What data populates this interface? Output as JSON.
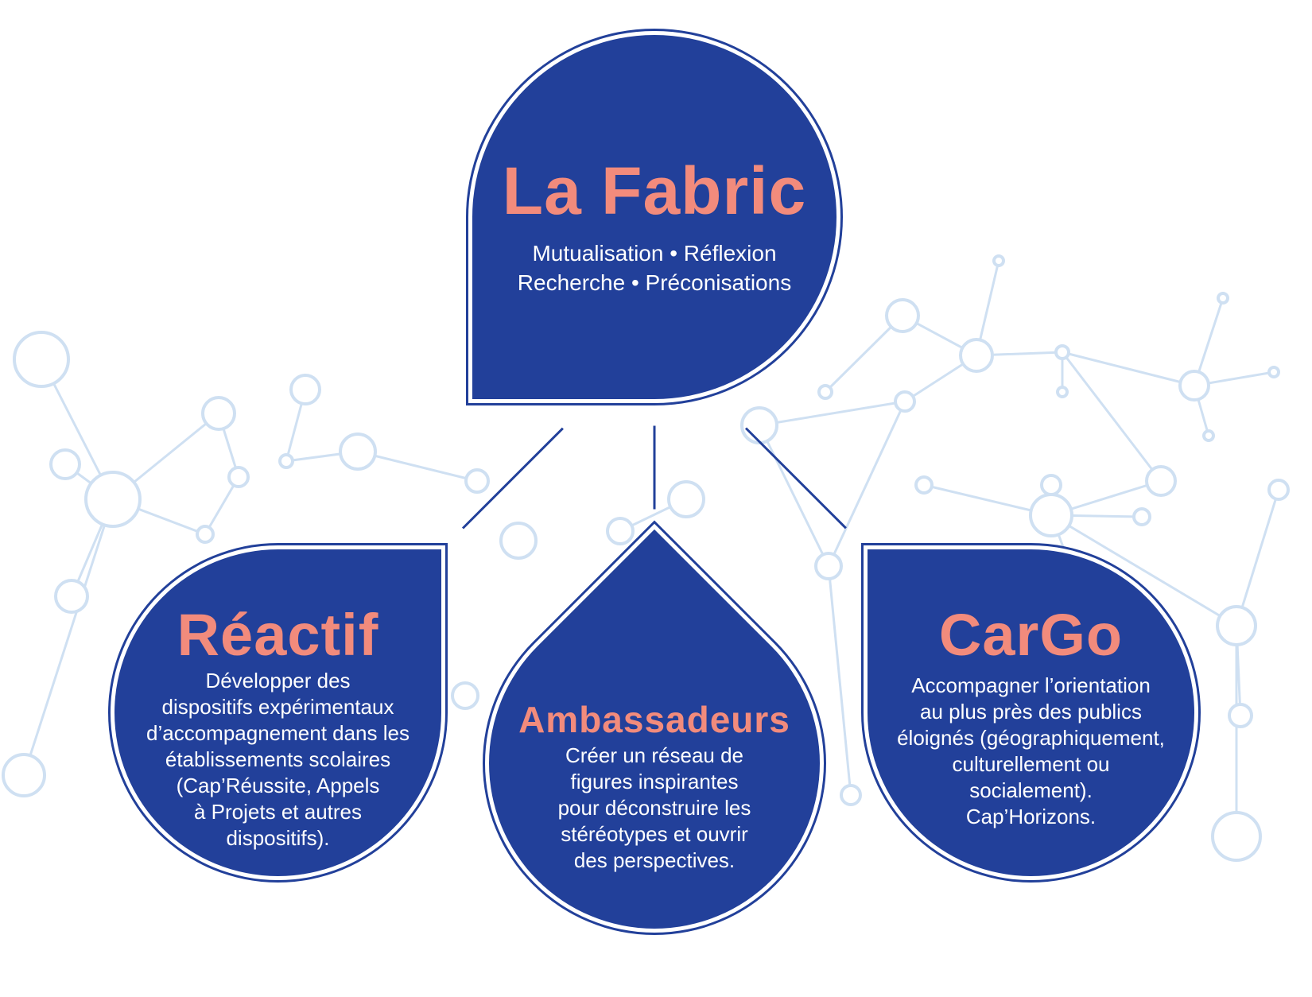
{
  "colors": {
    "primary": "#22409a",
    "accent": "#f28b7c",
    "network": "#cfe0f2"
  },
  "center": {
    "title": "La Fabric",
    "lines": [
      "Mutualisation • Réflexion",
      "Recherche • Préconisations"
    ]
  },
  "nodes": [
    {
      "title": "Réactif",
      "lines": [
        "Développer des",
        "dispositifs expérimentaux",
        "d’accompagnement dans les",
        "établissements scolaires",
        "(Cap’Réussite, Appels",
        "à Projets et autres",
        "dispositifs)."
      ]
    },
    {
      "title": "Ambassadeurs",
      "lines": [
        "Créer un réseau de",
        "figures inspirantes",
        "pour déconstruire les",
        "stéréotypes et ouvrir",
        "des perspectives."
      ]
    },
    {
      "title": "CarGo",
      "lines": [
        "Accompagner l’orientation",
        "au plus près des publics",
        "éloignés (géographiquement,",
        "culturellement ou",
        "socialement).",
        "Cap’Horizons."
      ]
    }
  ]
}
